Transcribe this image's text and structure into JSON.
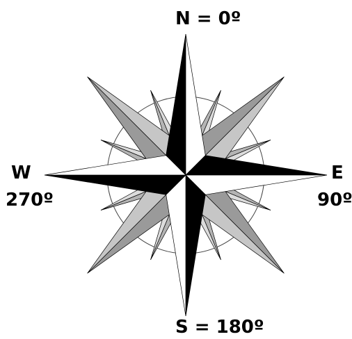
{
  "labels": {
    "north": "N = 0º",
    "south": "S = 180º",
    "west_letter": "W",
    "west_degree": "270º",
    "east_letter": "E",
    "east_degree": "90º"
  },
  "colors": {
    "cardinal_dark": "#000000",
    "cardinal_light": "#ffffff",
    "intercardinal_dark": "#9a9a9a",
    "intercardinal_light": "#c6c6c6",
    "minor_dark": "#b4b4b4",
    "minor_light": "#dcdcdc",
    "outline": "#000000",
    "ring": "#444444",
    "background": "#ffffff"
  }
}
